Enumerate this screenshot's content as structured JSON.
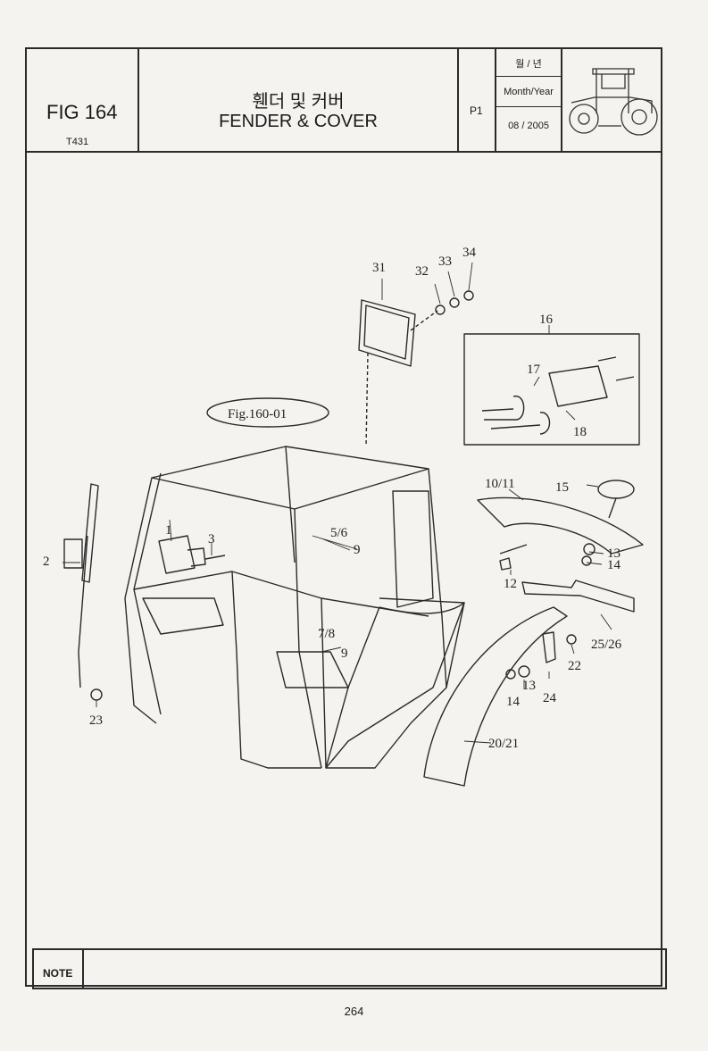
{
  "header": {
    "fig_label": "FIG 164",
    "model": "T431",
    "title_ko": "휀더 및 커버",
    "title_en": "FENDER & COVER",
    "page_code": "P1",
    "date_label_ko": "월 / 년",
    "date_label_en": "Month/Year",
    "date_value": "08 / 2005"
  },
  "diagram": {
    "reference_label": "Fig.160-01",
    "callouts": {
      "c1": "1",
      "c2": "2",
      "c3": "3",
      "c5_6": "5/6",
      "c7_8": "7/8",
      "c9a": "9",
      "c9b": "9",
      "c10_11": "10/11",
      "c12": "12",
      "c13a": "13",
      "c13b": "13",
      "c14a": "14",
      "c14b": "14",
      "c15": "15",
      "c16": "16",
      "c17": "17",
      "c18": "18",
      "c20_21": "20/21",
      "c22": "22",
      "c23": "23",
      "c24": "24",
      "c25_26": "25/26",
      "c31": "31",
      "c32": "32",
      "c33": "33",
      "c34": "34"
    }
  },
  "note": {
    "label": "NOTE"
  },
  "page_number": "264"
}
